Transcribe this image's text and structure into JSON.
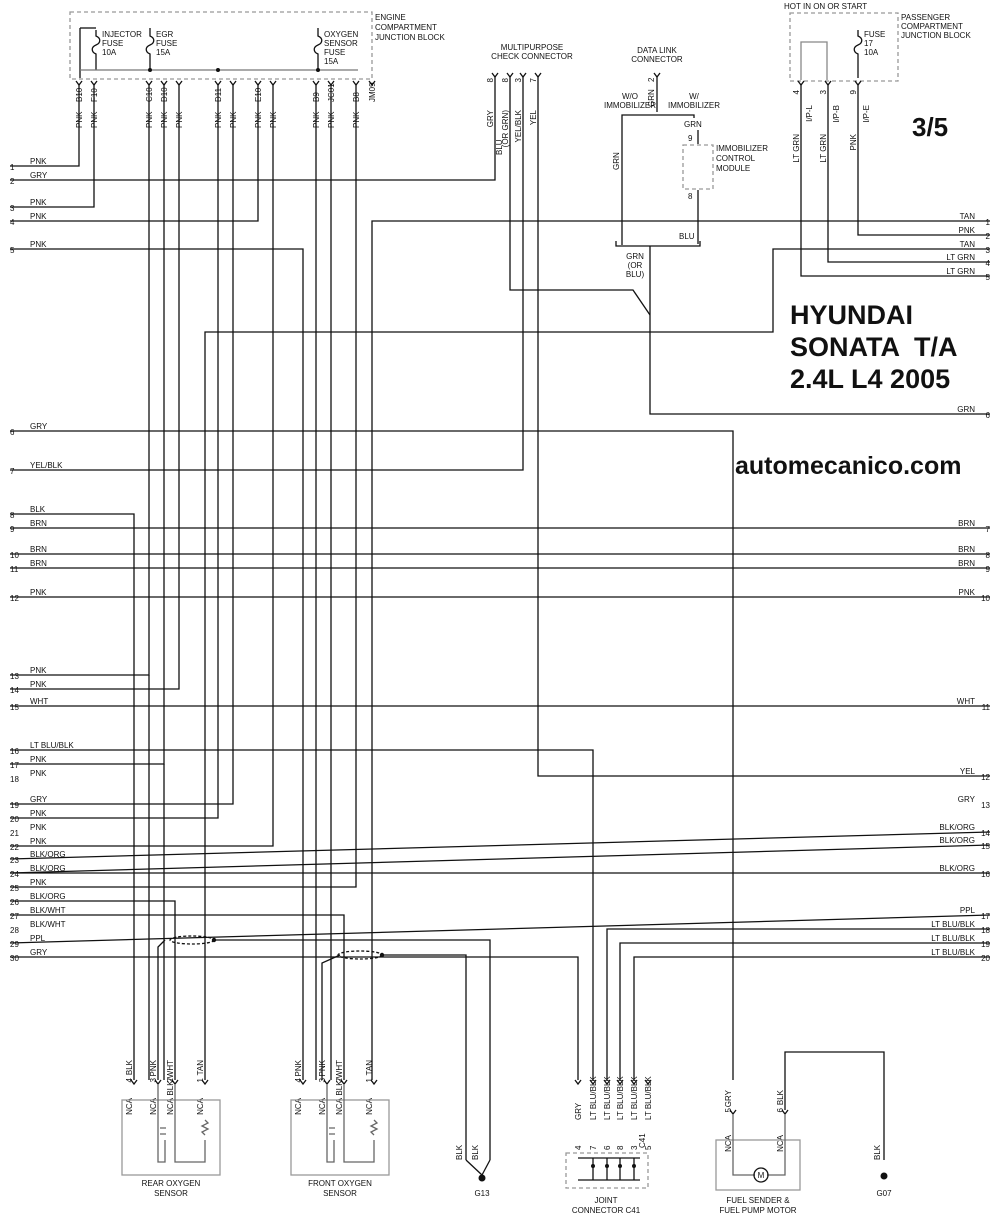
{
  "page_label": "3/5",
  "vehicle": [
    "HYUNDAI",
    "SONATA  T/A",
    "2.4L L4 2005"
  ],
  "site": "automecanico.com",
  "ecjb": {
    "title": [
      "ENGINE",
      "COMPARTMENT",
      "JUNCTION BLOCK"
    ],
    "fuses": [
      {
        "lines": [
          "INJECTOR",
          "FUSE",
          "10A"
        ]
      },
      {
        "lines": [
          "EGR",
          "FUSE",
          "15A"
        ]
      },
      {
        "lines": [
          "OXYGEN",
          "SENSOR",
          "FUSE",
          "15A"
        ]
      }
    ],
    "pins": [
      {
        "pin": "B10",
        "color": "PNK"
      },
      {
        "pin": "F10",
        "color": "PNK"
      },
      {
        "pin": "C10",
        "color": "PNK"
      },
      {
        "pin": "D10",
        "color": "PNK"
      },
      {
        "pin": "",
        "color": "PNK"
      },
      {
        "pin": "D11",
        "color": "PNK"
      },
      {
        "pin": "",
        "color": "PNK"
      },
      {
        "pin": "E10",
        "color": "PNK"
      },
      {
        "pin": "",
        "color": "PNK"
      },
      {
        "pin": "B9",
        "color": "PNK"
      },
      {
        "pin": "JC01",
        "color": "PNK"
      },
      {
        "pin": "B8",
        "color": "PNK"
      },
      {
        "pin": "JM09",
        "color": ""
      }
    ]
  },
  "mpc": {
    "title": [
      "MULTIPURPOSE",
      "CHECK CONNECTOR"
    ],
    "pins": [
      {
        "pin": "8",
        "color": "GRY"
      },
      {
        "pin": "8",
        "color": "(OR GRN)"
      },
      {
        "pin": "3",
        "color": "YEL/BLK"
      },
      {
        "pin": "7",
        "color": "YEL"
      }
    ],
    "blu": "BLU"
  },
  "dlc": {
    "title": [
      "DATA LINK",
      "CONNECTOR"
    ],
    "pin": "2",
    "color": "GRN",
    "wo": [
      "W/O",
      "IMMOBILIZER"
    ],
    "w": [
      "W/",
      "IMMOBILIZER"
    ],
    "grn_vertical": "GRN",
    "grn_joint": [
      "GRN",
      "(OR",
      "BLU)"
    ]
  },
  "immo": {
    "title": [
      "IMMOBILIZER",
      "CONTROL",
      "MODULE"
    ],
    "pin9": "9",
    "pin8": "8",
    "grn": "GRN",
    "blu": "BLU"
  },
  "pcjb": {
    "hot": "HOT IN ON OR START",
    "title": [
      "PASSENGER",
      "COMPARTMENT",
      "JUNCTION BLOCK"
    ],
    "fuse": [
      "FUSE",
      "17",
      "10A"
    ],
    "pins": [
      {
        "pin": "4",
        "conn": "I/P-L",
        "color": "LT GRN"
      },
      {
        "pin": "3",
        "conn": "I/P-B",
        "color": "LT GRN"
      },
      {
        "pin": "9",
        "conn": "I/P-E",
        "color": "PNK"
      }
    ]
  },
  "left_wires": [
    {
      "num": "1",
      "color": "PNK"
    },
    {
      "num": "2",
      "color": "GRY"
    },
    {
      "num": "3",
      "color": "PNK"
    },
    {
      "num": "4",
      "color": "PNK"
    },
    {
      "num": "5",
      "color": "PNK"
    },
    {
      "num": "6",
      "color": "GRY"
    },
    {
      "num": "7",
      "color": "YEL/BLK"
    },
    {
      "num": "8",
      "color": "BLK"
    },
    {
      "num": "9",
      "color": "BRN"
    },
    {
      "num": "10",
      "color": "BRN"
    },
    {
      "num": "11",
      "color": "BRN"
    },
    {
      "num": "12",
      "color": "PNK"
    },
    {
      "num": "13",
      "color": "PNK"
    },
    {
      "num": "14",
      "color": "PNK"
    },
    {
      "num": "15",
      "color": "WHT"
    },
    {
      "num": "16",
      "color": "LT BLU/BLK"
    },
    {
      "num": "17",
      "color": "PNK"
    },
    {
      "num": "18",
      "color": "PNK"
    },
    {
      "num": "19",
      "color": "GRY"
    },
    {
      "num": "20",
      "color": "PNK"
    },
    {
      "num": "21",
      "color": "PNK"
    },
    {
      "num": "22",
      "color": "PNK"
    },
    {
      "num": "23",
      "color": "BLK/ORG"
    },
    {
      "num": "24",
      "color": "BLK/ORG"
    },
    {
      "num": "25",
      "color": "PNK"
    },
    {
      "num": "26",
      "color": "BLK/ORG"
    },
    {
      "num": "27",
      "color": "BLK/WHT"
    },
    {
      "num": "28",
      "color": "BLK/WHT"
    },
    {
      "num": "29",
      "color": "PPL"
    },
    {
      "num": "30",
      "color": "GRY"
    }
  ],
  "right_wires": [
    {
      "num": "1",
      "color": "TAN"
    },
    {
      "num": "2",
      "color": "PNK"
    },
    {
      "num": "3",
      "color": "TAN"
    },
    {
      "num": "4",
      "color": "LT GRN"
    },
    {
      "num": "5",
      "color": "LT GRN"
    },
    {
      "num": "6",
      "color": "GRN"
    },
    {
      "num": "7",
      "color": "BRN"
    },
    {
      "num": "8",
      "color": "BRN"
    },
    {
      "num": "9",
      "color": "BRN"
    },
    {
      "num": "10",
      "color": "PNK"
    },
    {
      "num": "11",
      "color": "WHT"
    },
    {
      "num": "12",
      "color": "YEL"
    },
    {
      "num": "13",
      "color": "GRY"
    },
    {
      "num": "14",
      "color": "BLK/ORG"
    },
    {
      "num": "15",
      "color": "BLK/ORG"
    },
    {
      "num": "16",
      "color": "BLK/ORG"
    },
    {
      "num": "17",
      "color": "PPL"
    },
    {
      "num": "18",
      "color": "LT BLU/BLK"
    },
    {
      "num": "19",
      "color": "LT BLU/BLK"
    },
    {
      "num": "20",
      "color": "LT BLU/BLK"
    }
  ],
  "rear_o2": {
    "title": [
      "REAR OXYGEN",
      "SENSOR"
    ],
    "pins": [
      {
        "nca": "NCA",
        "pin": "4",
        "color": "BLK"
      },
      {
        "nca": "NCA",
        "pin": "3",
        "color": "PNK"
      },
      {
        "nca": "NCA",
        "pin": "2",
        "color": "BLK/WHT"
      },
      {
        "nca": "NCA",
        "pin": "1",
        "color": "TAN"
      }
    ]
  },
  "front_o2": {
    "title": [
      "FRONT OXYGEN",
      "SENSOR"
    ],
    "pins": [
      {
        "nca": "NCA",
        "pin": "4",
        "color": "PNK"
      },
      {
        "nca": "NCA",
        "pin": "3",
        "color": "PNK"
      },
      {
        "nca": "NCA",
        "pin": "2",
        "color": "BLK/WHT"
      },
      {
        "nca": "NCA",
        "pin": "1",
        "color": "TAN"
      }
    ]
  },
  "g13": {
    "label": "G13",
    "wires": [
      "BLK",
      "BLK"
    ]
  },
  "g07": {
    "label": "G07",
    "wire": "BLK"
  },
  "joint": {
    "title": [
      "JOINT",
      "CONNECTOR C41"
    ],
    "conn": "C41",
    "pins": [
      {
        "pin": "4",
        "color": "GRY"
      },
      {
        "pin": "7",
        "color": "LT BLU/BLK"
      },
      {
        "pin": "6",
        "color": "LT BLU/BLK"
      },
      {
        "pin": "8",
        "color": "LT BLU/BLK"
      },
      {
        "pin": "3",
        "color": "LT BLU/BLK"
      },
      {
        "pin": "5",
        "color": "LT BLU/BLK"
      }
    ]
  },
  "fuel": {
    "title": [
      "FUEL SENDER &",
      "FUEL PUMP MOTOR"
    ],
    "motor": "M",
    "pins": [
      {
        "nca": "NCA",
        "pin": "5",
        "color": "GRY"
      },
      {
        "nca": "NCA",
        "pin": "6",
        "color": "BLK"
      }
    ]
  }
}
